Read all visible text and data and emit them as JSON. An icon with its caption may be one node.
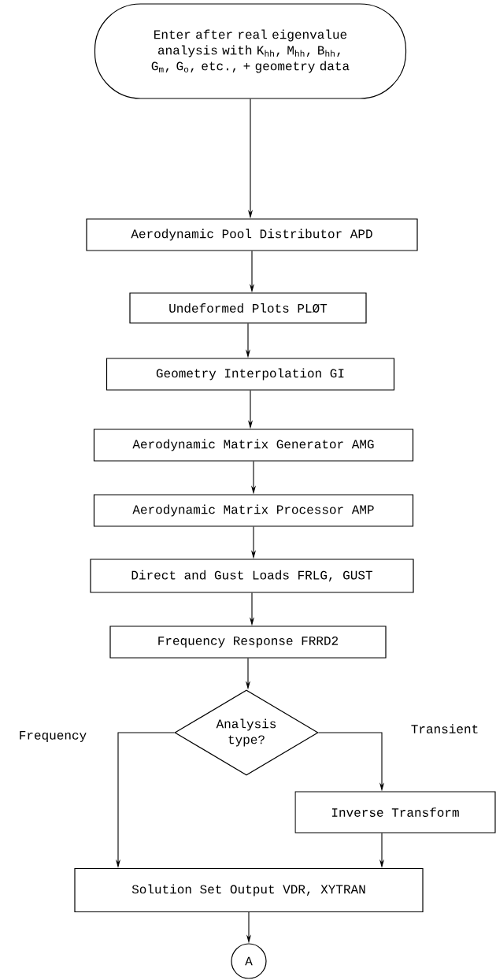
{
  "diagram": {
    "nodes": [
      {
        "text": [
          "Enter after real eigenvalue analysis with K$_{hh}$, M$_{hh}$, B$_{hh}$, G$_{m}$, G$_{o}$, etc., + geometry data"
        ]
      },
      {
        "text": [
          "Aerodynamic Pool Distributor  APD"
        ]
      },
      {
        "text": [
          "Undeformed Plots  PLØT"
        ]
      },
      {
        "text": [
          "Geometry Interpolation  GI"
        ]
      },
      {
        "text": [
          "Aerodynamic Matrix Generator  AMG"
        ]
      },
      {
        "text": [
          "Aerodynamic Matrix Processor  AMP"
        ]
      },
      {
        "text": [
          "Direct and Gust Loads  FRLG, GUST"
        ]
      },
      {
        "text": [
          "Frequency Response  FRRD2"
        ]
      },
      {
        "text": [
          "Analysis type?"
        ]
      },
      {
        "text": [
          "Inverse Transform"
        ]
      },
      {
        "text": [
          "Solution Set Output  VDR, XYTRAN"
        ]
      },
      {
        "text": [
          "A"
        ]
      }
    ],
    "edges": [
      {
        "from": 0,
        "to": 1,
        "arrow": "to"
      },
      {
        "from": 1,
        "to": 2,
        "arrow": "to"
      },
      {
        "from": 2,
        "to": 3,
        "arrow": "to"
      },
      {
        "from": 3,
        "to": 4,
        "arrow": "to"
      },
      {
        "from": 4,
        "to": 5,
        "arrow": "to"
      },
      {
        "from": 5,
        "to": 6,
        "arrow": "to"
      },
      {
        "from": 6,
        "to": 7,
        "arrow": "to"
      },
      {
        "from": 7,
        "to": 8,
        "arrow": "to"
      },
      {
        "from": 8,
        "to": 10,
        "arrow": "to",
        "label": "Frequency"
      },
      {
        "from": 8,
        "to": 9,
        "arrow": "to",
        "label": "Transient"
      },
      {
        "from": 9,
        "to": 10,
        "arrow": "to"
      },
      {
        "from": 10,
        "to": 11,
        "arrow": "to"
      }
    ]
  }
}
